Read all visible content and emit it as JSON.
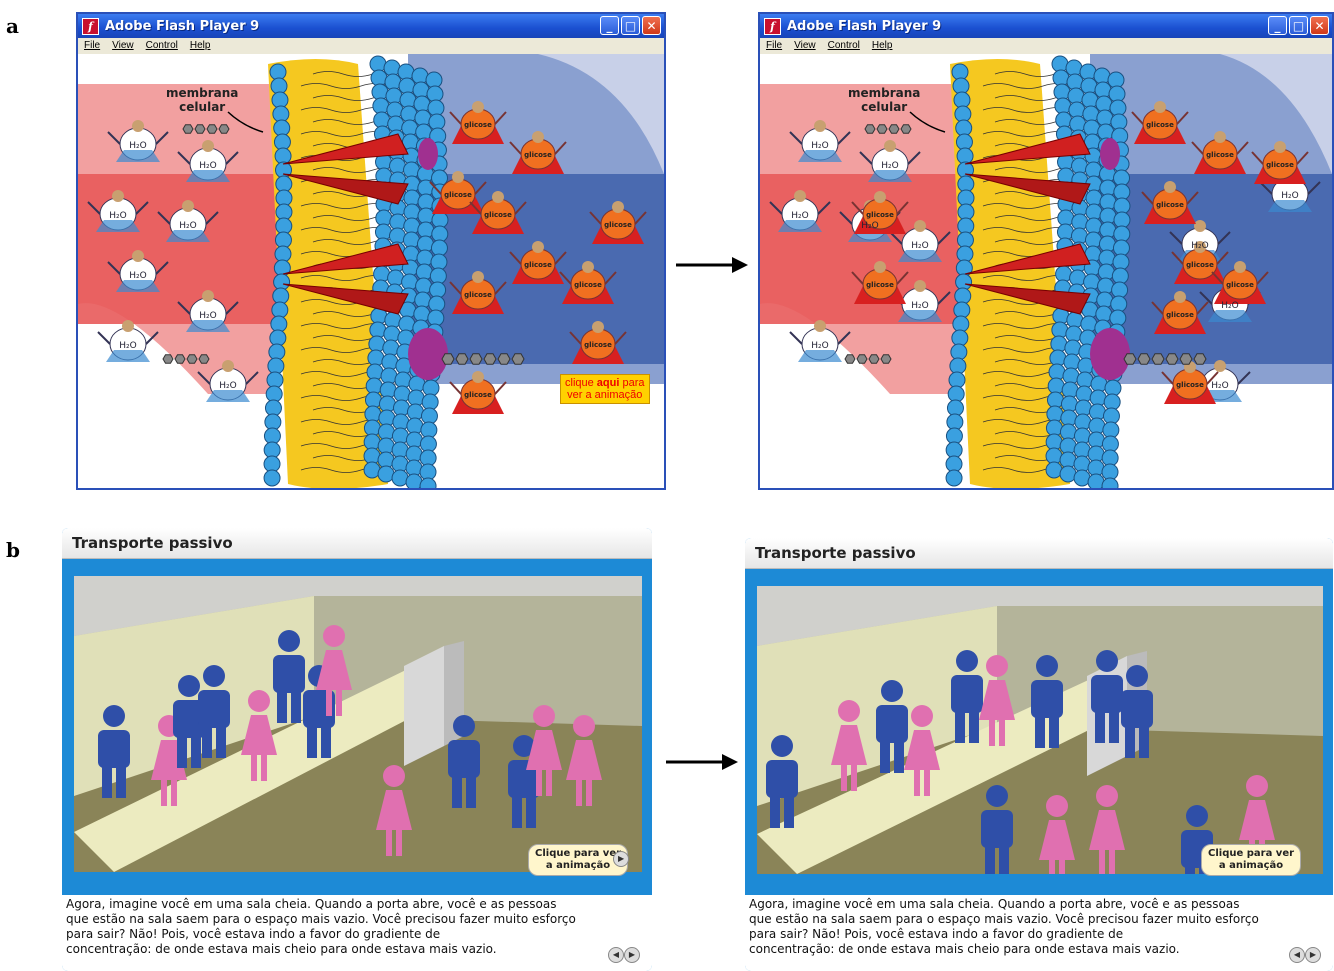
{
  "panels": {
    "a": "a",
    "b": "b"
  },
  "flash": {
    "title": "Adobe Flash Player 9",
    "menu": [
      "File",
      "View",
      "Control",
      "Help"
    ],
    "membrane_label_1": "membrana",
    "membrane_label_2": "celular",
    "water_label": "H₂O",
    "glucose_label": "glicose",
    "click_pre": "clique ",
    "click_here": "aqui",
    "click_post": " para",
    "click_line2": "ver a animação"
  },
  "passive": {
    "title": "Transporte passivo",
    "anim_line1": "Clique para ver",
    "anim_line2": "a animação",
    "text": [
      "Agora, imagine você em uma sala cheia. Quando a porta abre, você e as pessoas",
      "que estão na sala saem para o espaço mais vazio. Você precisou fazer muito esforço",
      "para sair? Não! Pois, você estava indo a favor do gradiente de",
      "concentração: de onde estava mais cheio para onde estava mais vazio."
    ]
  },
  "colors": {
    "titlebar": "#1a4fd0",
    "left_region": "#e85a5a",
    "right_region": "#4a6ab0",
    "lipid_head": "#3aa0e0",
    "lipid_tail": "#f5c820",
    "channel": "#d02020",
    "male": "#2f4fa8",
    "female": "#e070b0"
  }
}
